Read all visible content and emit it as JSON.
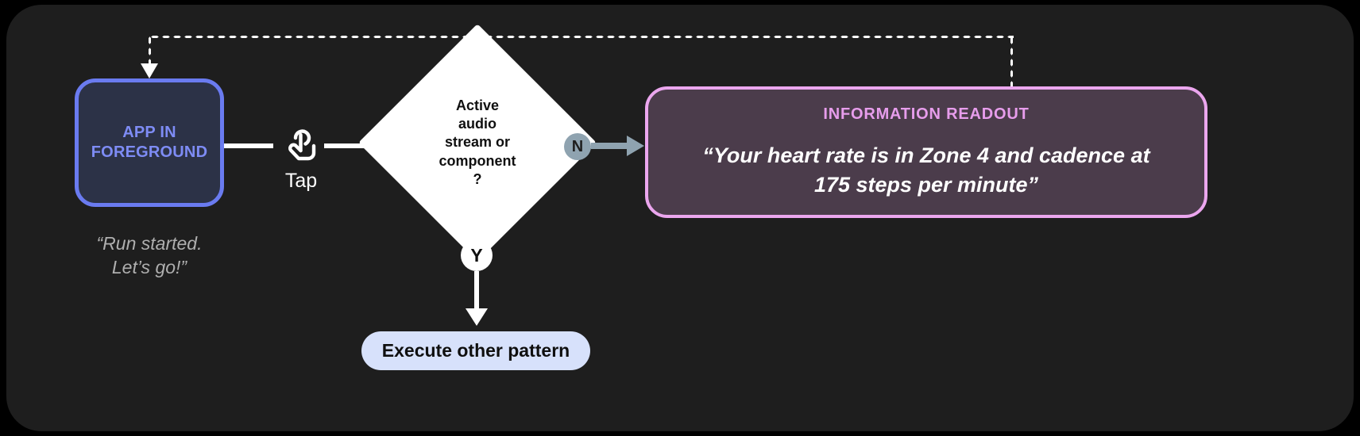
{
  "canvas": {
    "background_color": "#1E1E1E",
    "page_background_color": "#000000"
  },
  "nodes": {
    "app": {
      "label": "APP IN\nFOREGROUND",
      "caption": "“Run started.\nLet’s go!”",
      "fill_color": "#2C3247",
      "border_color": "#6A7BF0",
      "text_color": "#7E8CF5"
    },
    "gesture": {
      "icon": "tap-hand-icon",
      "label": "Tap"
    },
    "decision": {
      "text": "Active\naudio\nstream or\ncomponent\n?",
      "fill_color": "#FFFFFF",
      "text_color": "#101010"
    },
    "branch_no": {
      "badge": "N",
      "badge_color": "#8FA3B0"
    },
    "branch_yes": {
      "badge": "Y",
      "badge_color": "#FFFFFF"
    },
    "execute": {
      "label": "Execute other pattern",
      "fill_color": "#D7E1FB",
      "text_color": "#0F0F0F"
    },
    "readout": {
      "title": "INFORMATION READOUT",
      "quote": "“Your heart rate is in Zone 4 and cadence at\n175 steps per minute”",
      "fill_color": "#4B3C4B",
      "border_color": "#EBA6EE",
      "title_color": "#E79DEC",
      "quote_color": "#FFFFFF"
    }
  }
}
